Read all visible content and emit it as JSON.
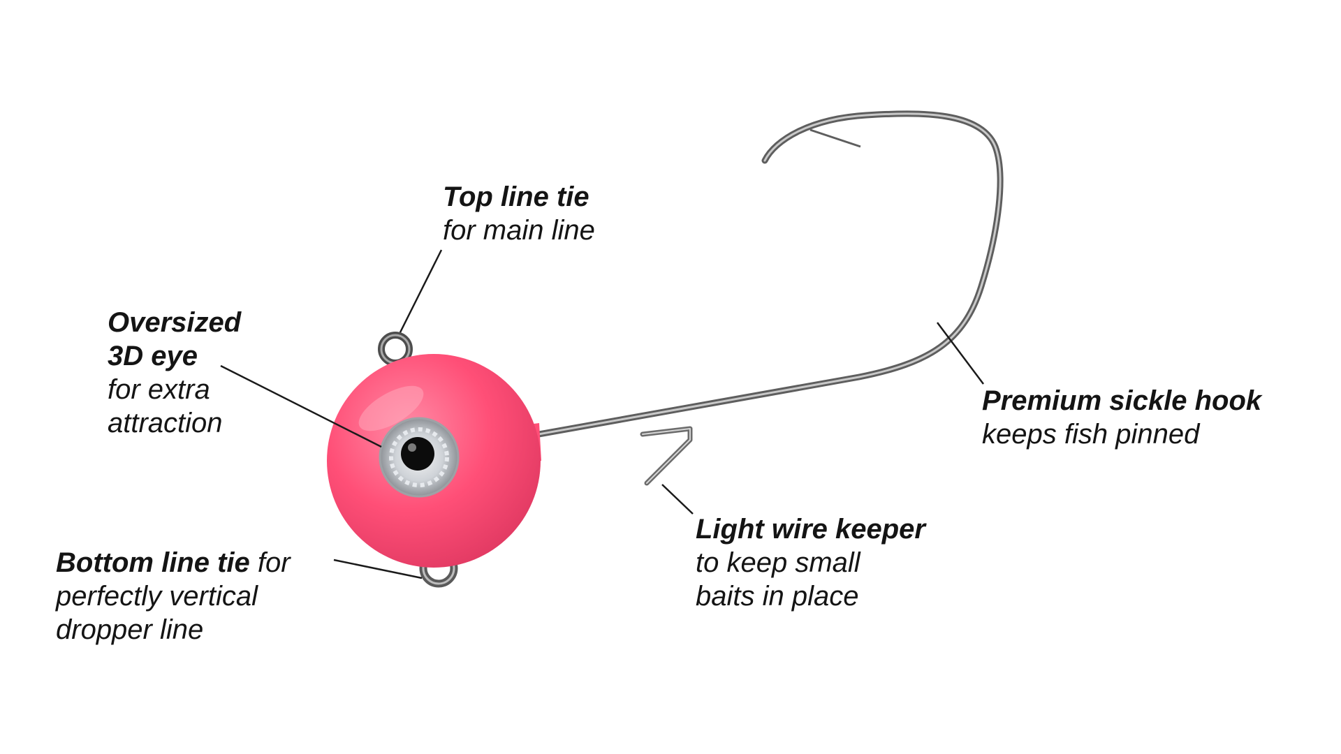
{
  "colors": {
    "jig_head": "#ff4f77",
    "jig_head_highlight": "#ff9ab0",
    "hook_wire": "#6f6f6f",
    "leader_line": "#1a1a1a"
  },
  "callouts": {
    "top_line_tie": {
      "title": "Top line tie",
      "description": "for main line"
    },
    "eye": {
      "title_line1": "Oversized",
      "title_line2": "3D eye",
      "description_line1": "for extra",
      "description_line2": "attraction"
    },
    "bottom_line_tie": {
      "title": "Bottom line tie",
      "description_line1": "for",
      "description_line2": "perfectly vertical",
      "description_line3": "dropper line"
    },
    "keeper": {
      "title": "Light wire keeper",
      "description_line1": "to keep small",
      "description_line2": "baits in place"
    },
    "sickle_hook": {
      "title": "Premium sickle hook",
      "description": "keeps fish pinned"
    }
  }
}
